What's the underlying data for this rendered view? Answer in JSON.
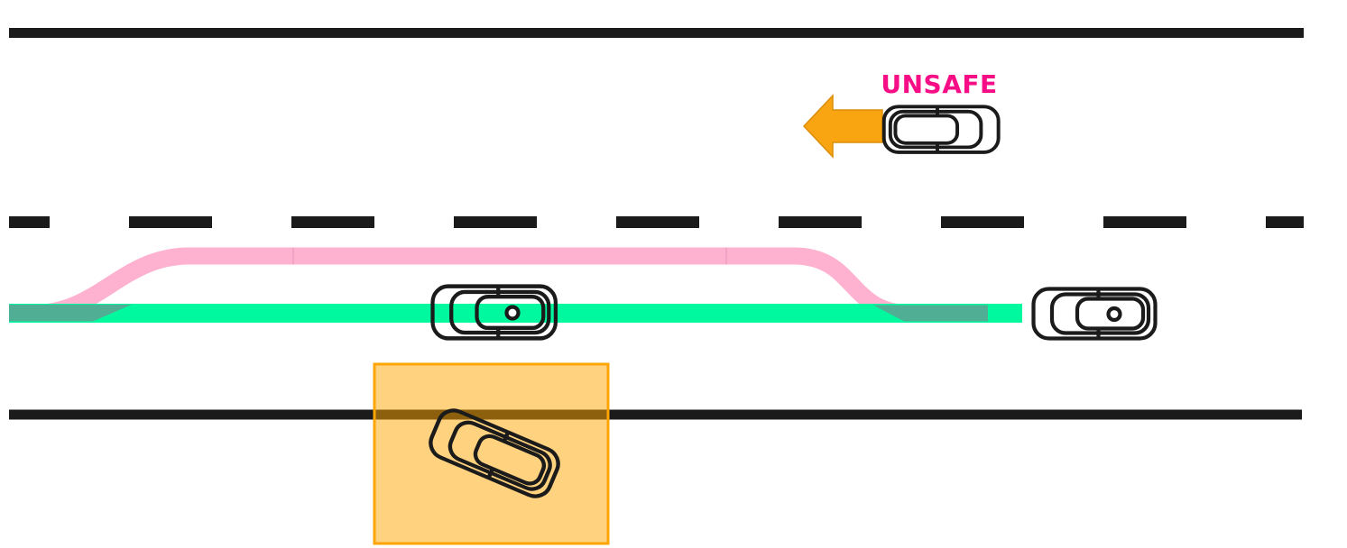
{
  "scene": {
    "title": "lane-change-safety-diagram",
    "unsafe_label": "UNSAFE",
    "colors": {
      "road": "#1b1b1b",
      "vehicle_outline": "#1b1b1b",
      "pink_path": "#ffb1d0",
      "pink_seam": "#f2a2c6",
      "green_path": "#00f99e",
      "overlap": "#4fae93",
      "hazard_fill": "rgba(255,165,0,0.5)",
      "hazard_border": "#ffa500",
      "arrow_fill": "#f9a512",
      "arrow_edge": "#dc8d07",
      "label_color": "#f70d85",
      "dot_fill": "#ffffff"
    },
    "vehicles": [
      {
        "id": "unsafe-vehicle",
        "label": "UNSAFE",
        "facing": "left",
        "lane": "top"
      },
      {
        "id": "ego-vehicle",
        "marker": "center-dot",
        "lane": "middle"
      },
      {
        "id": "lead-vehicle",
        "marker": "center-dot",
        "lane": "middle"
      },
      {
        "id": "parked-vehicle",
        "lane": "bottom",
        "zone": "hazard-box"
      }
    ],
    "paths": [
      {
        "id": "pink-path",
        "meaning": "lane-change trajectory (pink)"
      },
      {
        "id": "green-path",
        "meaning": "lane-keep trajectory (green)"
      }
    ]
  }
}
